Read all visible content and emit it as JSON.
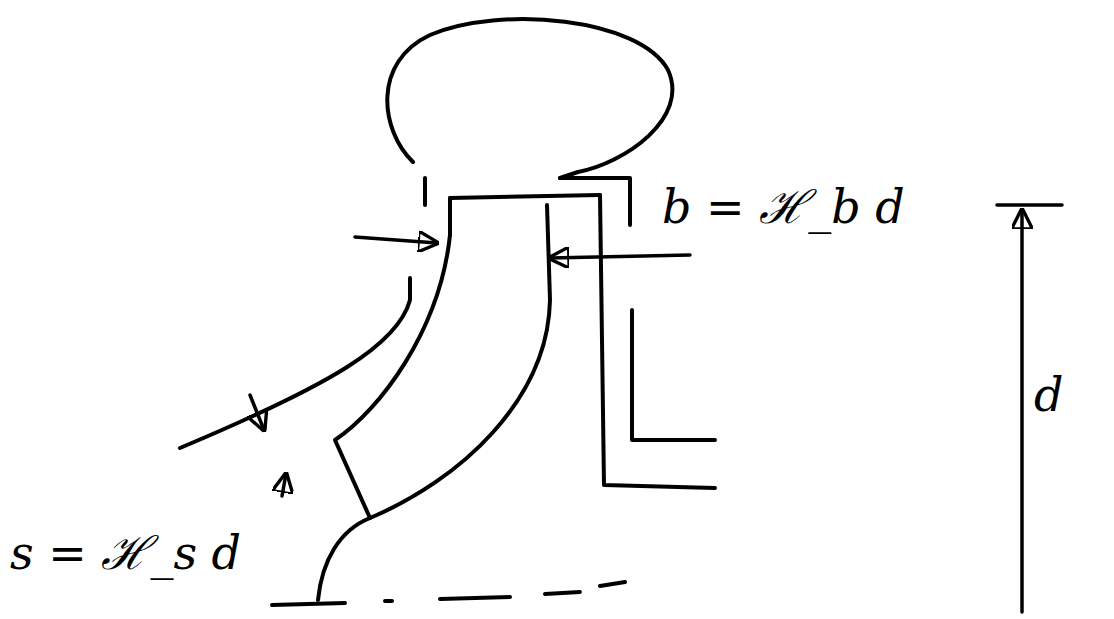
{
  "diagram": {
    "labels": [
      "b = ℋ_b d",
      "s = ℋ_s d",
      "d"
    ]
  }
}
